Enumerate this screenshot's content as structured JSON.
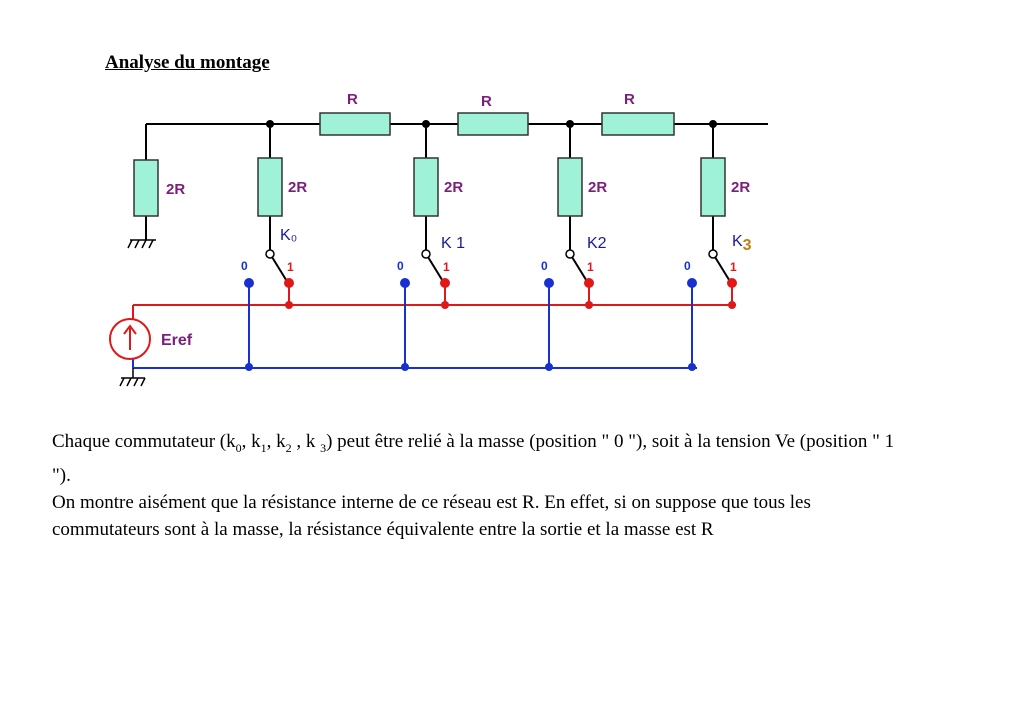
{
  "title": "Analyse du montage",
  "circuit": {
    "series_resistor_label": "R",
    "shunt_resistor_label": "2R",
    "switches": [
      "K₀",
      "K 1",
      "K2",
      "K"
    ],
    "last_switch_suffix": "3",
    "pos0": "0",
    "pos1": "1",
    "source_label": "Eref",
    "colors": {
      "resistor_fill": "#9ff2d8",
      "wire": "#000000",
      "ref_line": "#e01818",
      "ground_line": "#1830d0",
      "label": "#7a1f7a"
    }
  },
  "text": {
    "p1_a": "Chaque commutateur (k",
    "p1_s0": "0",
    "p1_b": ", k",
    "p1_s1": "1",
    "p1_c": ", k",
    "p1_s2": "2",
    "p1_d": " , k ",
    "p1_s3": "3",
    "p1_e": ") peut être relié à la masse (position \" 0 \"), soit à la tension Ve (position \" 1 \").",
    "p2": "On montre aisément que la résistance interne de ce réseau est R. En effet, si on suppose que tous les commutateurs sont à la masse, la résistance équivalente entre la sortie et la masse est R"
  }
}
